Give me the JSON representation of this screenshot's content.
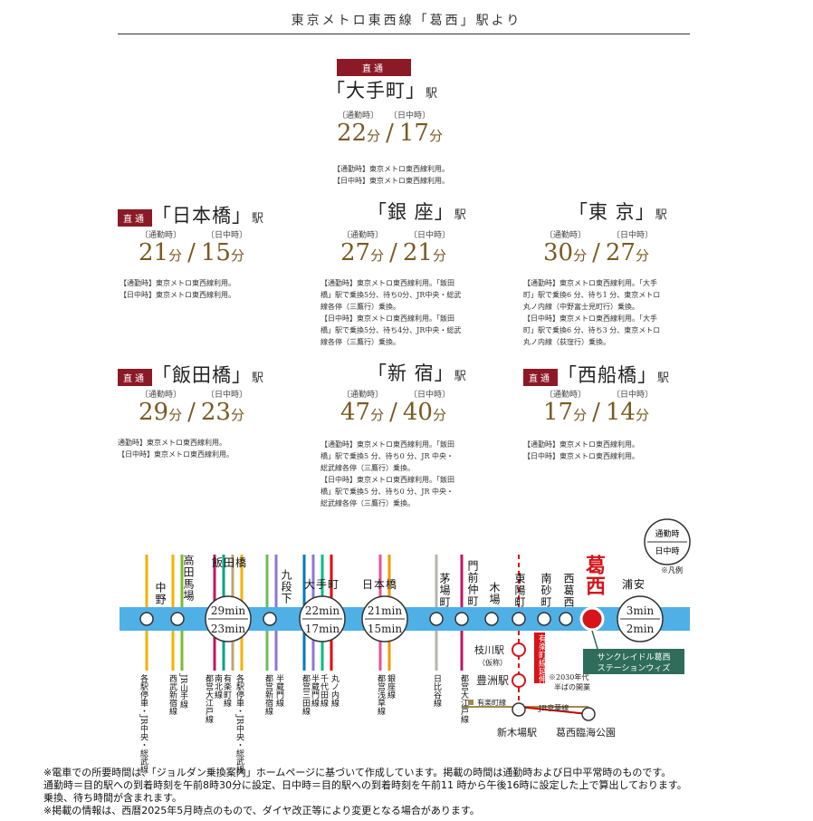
{
  "header": "東京メトロ東西線「葛西」駅より",
  "badge": "直通",
  "labels": {
    "commute": "〔通勤時〕",
    "daytime": "〔日中時〕",
    "fun": "分",
    "eki": "駅"
  },
  "stations": {
    "otemachi": {
      "name": "「大手町」",
      "commute": "22",
      "day": "17",
      "note1": "【通勤時】東京メトロ東西線利用。",
      "note2": "【日中時】東京メトロ東西線利用。"
    },
    "nihonbashi": {
      "name": "「日本橋」",
      "commute": "21",
      "day": "15",
      "note1": "【通勤時】東京メトロ東西線利用。",
      "note2": "【日中時】東京メトロ東西線利用。"
    },
    "ginza": {
      "name": "「銀 座」",
      "commute": "27",
      "day": "21",
      "note1": "【通勤時】東京メトロ東西線利用。「飯田",
      "note2": "橋」駅で乗換5分、待ち0分、JR中央・総武",
      "note3": "線各停（三鷹行）乗換。",
      "note4": "【日中時】東京メトロ東西線利用。「飯田",
      "note5": "橋」駅で乗換5分、待ち4分、JR中央・総武",
      "note6": "線各停（三鷹行）乗換。"
    },
    "tokyo": {
      "name": "「東 京」",
      "commute": "30",
      "day": "27",
      "note1": "【通勤時】東京メトロ東西線利用。「大手",
      "note2": "町」駅で乗換6 分、待ち1 分、東京メトロ",
      "note3": "丸ノ内線（中野富士見町行）乗換。",
      "note4": "【日中時】東京メトロ東西線利用。「大手",
      "note5": "町」駅で乗換6 分、待ち3 分、東京メトロ",
      "note6": "丸ノ内線（荻窪行）乗換。"
    },
    "iidabashi": {
      "name": "「飯田橋」",
      "commute": "29",
      "day": "23",
      "note1": "通勤時】東京メトロ東西線利用。",
      "note2": "【日中時】東京メトロ東西線利用。"
    },
    "shinjuku": {
      "name": "「新 宿」",
      "commute": "47",
      "day": "40",
      "note1": "【通勤時】東京メトロ東西線利用。「飯田",
      "note2": "橋」駅で乗換5 分、待ち0 分、JR 中央・",
      "note3": "総武線各停（三鷹行）乗換。",
      "note4": "【日中時】東京メトロ東西線利用。「飯田",
      "note5": "橋」駅で乗換5 分、待ち0 分、JR 中央・",
      "note6": "総武線各停（三鷹行）乗換。"
    },
    "nishifunabashi": {
      "name": "「西船橋」",
      "commute": "17",
      "day": "14",
      "note1": "【通勤時】東京メトロ東西線利用。",
      "note2": "【日中時】東京メトロ東西線利用。"
    }
  },
  "map": {
    "stations": [
      "中野",
      "高田馬場",
      "飯田橋",
      "九段下",
      "大手町",
      "日本橋",
      "茅場町",
      "門前仲町",
      "木場",
      "東陽町",
      "南砂町",
      "西葛西",
      "葛西",
      "浦安"
    ],
    "times": {
      "iidabashi": [
        "29min",
        "23min"
      ],
      "otemachi": [
        "22min",
        "17min"
      ],
      "nihonbashi": [
        "21min",
        "15min"
      ],
      "urayasu": [
        "3min",
        "2min"
      ]
    },
    "legend": {
      "top": "通勤時",
      "bottom": "日中時",
      "caption": "※凡例"
    },
    "transfers": {
      "nakano": "各駅停車・JR中央・総武線",
      "takadanobaba": [
        "JR山手線",
        "西武新宿線"
      ],
      "iidabashi": [
        "都営大江戸線",
        "南北線",
        "有楽町線",
        "各駅停車・JR中央・総武線"
      ],
      "kudanshita": [
        "都営新宿線",
        "半蔵門線"
      ],
      "otemachi": [
        "都営三田線",
        "半蔵門線",
        "千代田線",
        "丸ノ内線"
      ],
      "nihonbashi": [
        "都営浅草線",
        "銀座線"
      ],
      "kayabacho": "日比谷線",
      "monzen": "都営大江戸線"
    },
    "branch": {
      "edagawa": "枝川駅",
      "edagawa_sub": "（仮称）",
      "toyosu": "豊洲駅",
      "shinkiba": "新木場駅",
      "kasairinkai": "葛西臨海公園",
      "yurakucho": "有楽町線",
      "jr_keiyo": "JR京葉線",
      "extension": "有楽町線延伸",
      "ext_note1": "※2030年代",
      "ext_note2": "半ばの開業"
    },
    "property": [
      "サンクレイドル葛西",
      "ステーションウィズ"
    ]
  },
  "footer": [
    "※電車での所要時間は、「ジョルダン乗換案内」ホームページに基づいて作成しています。掲載の時間は通勤時および日中平常時のものです。",
    "通勤時＝目的駅への到着時刻を午前8時30分に設定、日中時＝目的駅への到着時刻を午前11 時から午後16時に設定した上で算出しております。",
    "乗換、待ち時間が含まれます。",
    "※掲載の情報は、西暦2025年5月時点のもので、ダイヤ改正等により変更となる場合があります。"
  ],
  "colors": {
    "badge": "#8c1a26",
    "time": "#7a5a22",
    "tozai": "#4fb0e6",
    "red": "#d7141a",
    "property": "#2f6d5a"
  }
}
